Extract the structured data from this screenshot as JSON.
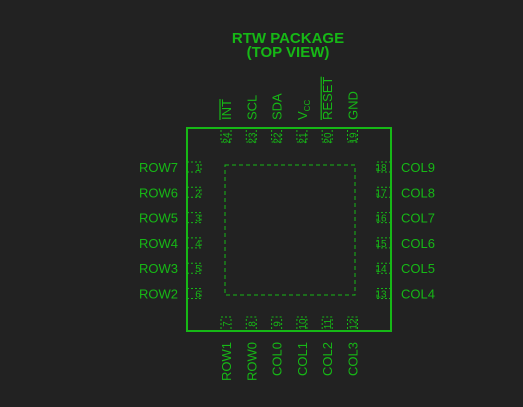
{
  "title_line1": "RTW PACKAGE",
  "title_line2": "(TOP VIEW)",
  "colors": {
    "background": "#222222",
    "ink": "#16b816"
  },
  "pins": {
    "left": [
      {
        "num": "1",
        "name": "ROW7"
      },
      {
        "num": "2",
        "name": "ROW6"
      },
      {
        "num": "3",
        "name": "ROW5"
      },
      {
        "num": "4",
        "name": "ROW4"
      },
      {
        "num": "5",
        "name": "ROW3"
      },
      {
        "num": "6",
        "name": "ROW2"
      }
    ],
    "right": [
      {
        "num": "18",
        "name": "COL9"
      },
      {
        "num": "17",
        "name": "COL8"
      },
      {
        "num": "16",
        "name": "COL7"
      },
      {
        "num": "15",
        "name": "COL6"
      },
      {
        "num": "14",
        "name": "COL5"
      },
      {
        "num": "13",
        "name": "COL4"
      }
    ],
    "top": [
      {
        "num": "24",
        "name": "INT",
        "overline": true
      },
      {
        "num": "23",
        "name": "SCL"
      },
      {
        "num": "22",
        "name": "SDA"
      },
      {
        "num": "21",
        "name": "V",
        "sub": "CC"
      },
      {
        "num": "20",
        "name": "RESET",
        "overline": true
      },
      {
        "num": "19",
        "name": "GND"
      }
    ],
    "bottom": [
      {
        "num": "7",
        "name": "ROW1"
      },
      {
        "num": "8",
        "name": "ROW0"
      },
      {
        "num": "9",
        "name": "COL0"
      },
      {
        "num": "10",
        "name": "COL1"
      },
      {
        "num": "11",
        "name": "COL2"
      },
      {
        "num": "12",
        "name": "COL3"
      }
    ]
  }
}
